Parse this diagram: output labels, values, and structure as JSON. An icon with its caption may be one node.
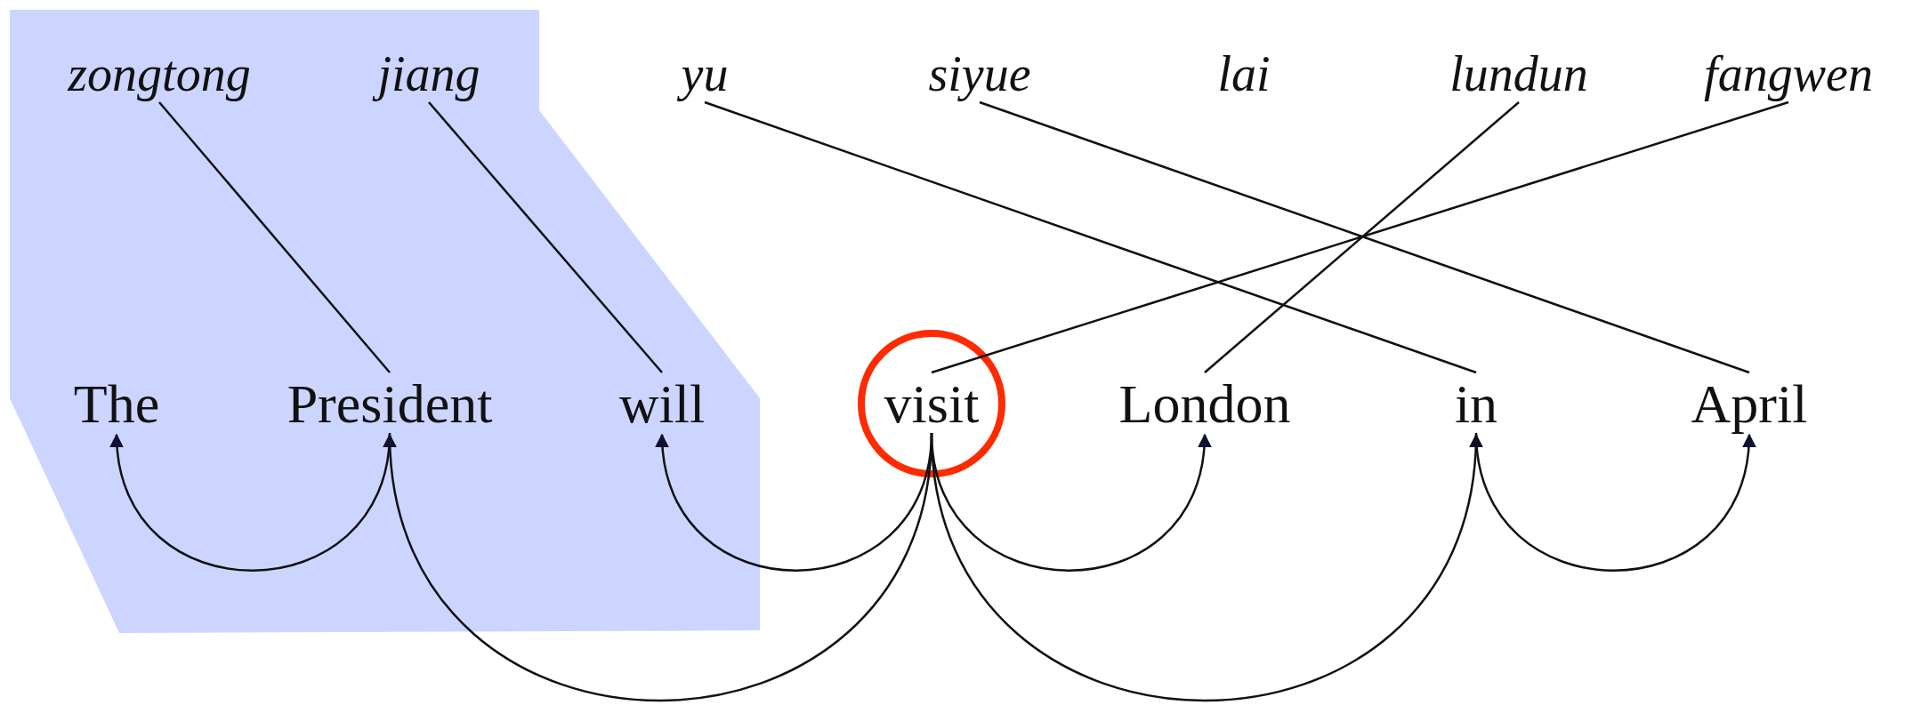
{
  "diagram": {
    "nodes": [
      {
        "text": [],
        "shape": "polygon"
      },
      {
        "text": [
          "zongtong"
        ],
        "in": 0
      },
      {
        "text": [
          "jiang"
        ],
        "in": 0
      },
      {
        "text": [
          "yu"
        ]
      },
      {
        "text": [
          "siyue"
        ]
      },
      {
        "text": [
          "lai"
        ]
      },
      {
        "text": [
          "lundun"
        ]
      },
      {
        "text": [
          "fangwen"
        ]
      },
      {
        "text": [
          "The"
        ],
        "in": 0
      },
      {
        "text": [
          "President"
        ],
        "in": 0
      },
      {
        "text": [
          "will"
        ],
        "in": 0
      },
      {
        "text": [],
        "shape": "circle"
      },
      {
        "text": [
          "visit"
        ],
        "in": 11
      },
      {
        "text": [
          "London"
        ]
      },
      {
        "text": [
          "in"
        ]
      },
      {
        "text": [
          "April"
        ]
      }
    ],
    "edges": [
      {
        "from": 1,
        "to": 9,
        "arrow": "none"
      },
      {
        "from": 2,
        "to": 10,
        "arrow": "none"
      },
      {
        "from": 3,
        "to": 14,
        "arrow": "none"
      },
      {
        "from": 4,
        "to": 15,
        "arrow": "none"
      },
      {
        "from": 6,
        "to": 13,
        "arrow": "none"
      },
      {
        "from": 7,
        "to": 12,
        "arrow": "none"
      },
      {
        "from": 9,
        "to": 8,
        "arrow": "to"
      },
      {
        "from": 12,
        "to": 10,
        "arrow": "to"
      },
      {
        "from": 12,
        "to": 9,
        "arrow": "to"
      },
      {
        "from": 12,
        "to": 13,
        "arrow": "to"
      },
      {
        "from": 12,
        "to": 14,
        "arrow": "to"
      },
      {
        "from": 14,
        "to": 15,
        "arrow": "to"
      }
    ]
  }
}
